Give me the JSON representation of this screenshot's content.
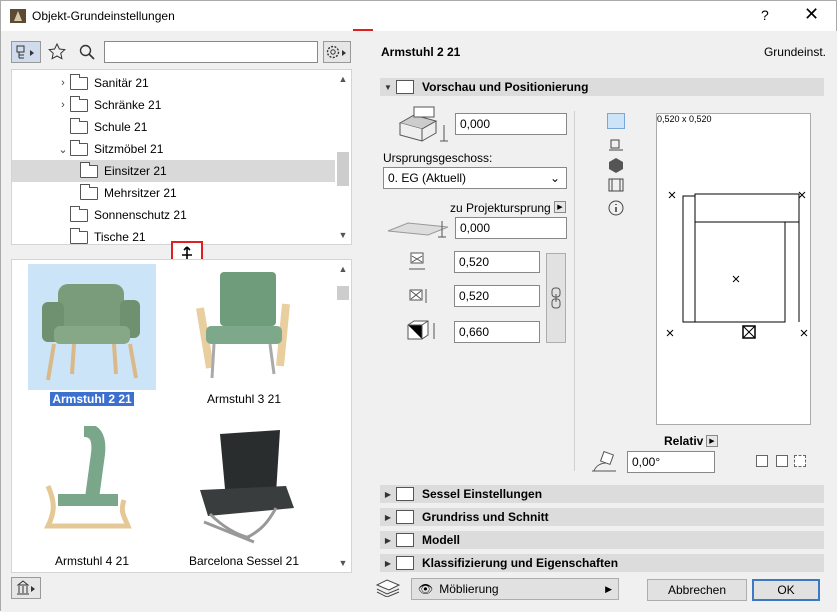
{
  "window": {
    "title": "Objekt-Grundeinstellungen",
    "help_label": "?",
    "close_label": "✕"
  },
  "toolbar": {
    "search_value": "",
    "search_placeholder": ""
  },
  "tree": {
    "items": [
      {
        "label": "Sanitär 21",
        "expandable": true
      },
      {
        "label": "Schränke 21",
        "expandable": true
      },
      {
        "label": "Schule 21",
        "expandable": false
      },
      {
        "label": "Sitzmöbel 21",
        "expandable": true,
        "expanded": true
      },
      {
        "label": "Einsitzer 21",
        "selected": true,
        "child": true
      },
      {
        "label": "Mehrsitzer 21",
        "child": true
      },
      {
        "label": "Sonnenschutz 21",
        "expandable": false
      },
      {
        "label": "Tische 21",
        "expandable": false
      }
    ]
  },
  "gallery": {
    "items": [
      {
        "label": "Armstuhl 2 21",
        "selected": true
      },
      {
        "label": "Armstuhl 3 21"
      },
      {
        "label": "Armstuhl 4 21"
      },
      {
        "label": "Barcelona Sessel 21"
      }
    ]
  },
  "header": {
    "object_name": "Armstuhl 2 21",
    "mode_label": "Grundeinst."
  },
  "sections": {
    "preview": "Vorschau und Positionierung",
    "sessel": "Sessel Einstellungen",
    "grundriss": "Grundriss und Schnitt",
    "modell": "Modell",
    "klass": "Klassifizierung und Eigenschaften"
  },
  "fields": {
    "elevation": "0,000",
    "home_story_label": "Ursprungsgeschoss:",
    "home_story_value": "0. EG (Aktuell)",
    "to_project_zero": "zu Projektursprung",
    "project_elevation": "0,000",
    "width": "0,520",
    "depth": "0,520",
    "height": "0,660",
    "relativ_label": "Relativ",
    "angle": "0,00°"
  },
  "preview_box": {
    "dims": "0,520 x 0,520"
  },
  "footer": {
    "layer_value": "Möblierung",
    "cancel_label": "Abbrechen",
    "ok_label": "OK"
  },
  "colors": {
    "accent": "#3b6fd0",
    "selected_bg": "#cce4f7",
    "highlight": "#e02020"
  }
}
